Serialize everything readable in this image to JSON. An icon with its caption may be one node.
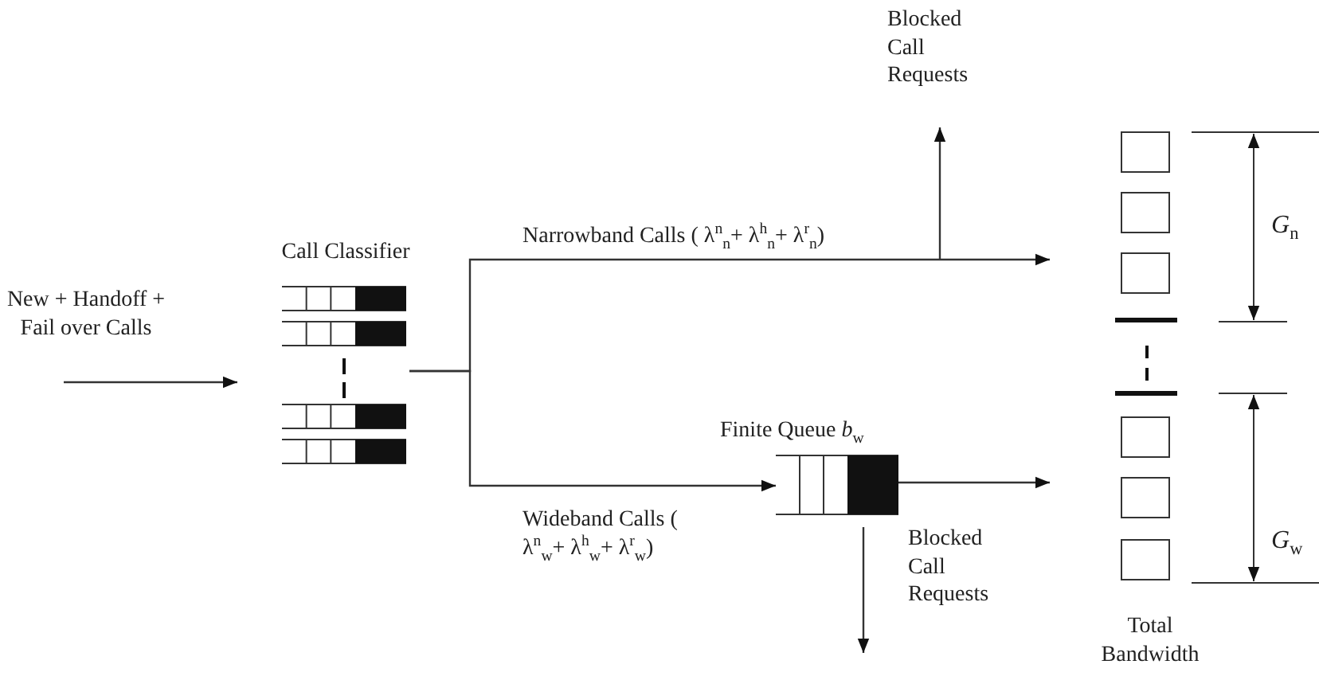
{
  "diagram": {
    "nodes": [
      {
        "text": [
          "Call Classifier"
        ]
      },
      {
        "text": [
          "Finite Queue *b*$_{w}$"
        ]
      },
      {
        "text": [
          "Total Bandwidth"
        ]
      },
      {
        "text": [
          "Blocked Call Requests"
        ]
      }
    ],
    "edges": [
      {
        "from": null,
        "to": 0,
        "arrow": "to"
      },
      {
        "from": 0,
        "to": 2,
        "arrow": "to",
        "label": "Narrowband Calls ( λ$^{n}$$_{n}$+ λ$^{h}$$_{n}$+ λ$^{r}$$_{n}$)"
      },
      {
        "from": 0,
        "to": 1,
        "arrow": "to",
        "label": "Wideband Calls ( λ$^{n}$$_{w}$+ λ$^{h}$$_{w}$+ λ$^{r}$$_{w}$)"
      },
      {
        "from": 1,
        "to": 2,
        "arrow": "to"
      },
      {
        "from": null,
        "to": 3,
        "arrow": "to"
      },
      {
        "from": 1,
        "to": null,
        "arrow": "to"
      }
    ],
    "labels": [
      "New + Handoff + Fail over Calls",
      "*G*$_{n}$",
      "*G*$_{w}$",
      "Blocked Call Requests"
    ]
  }
}
